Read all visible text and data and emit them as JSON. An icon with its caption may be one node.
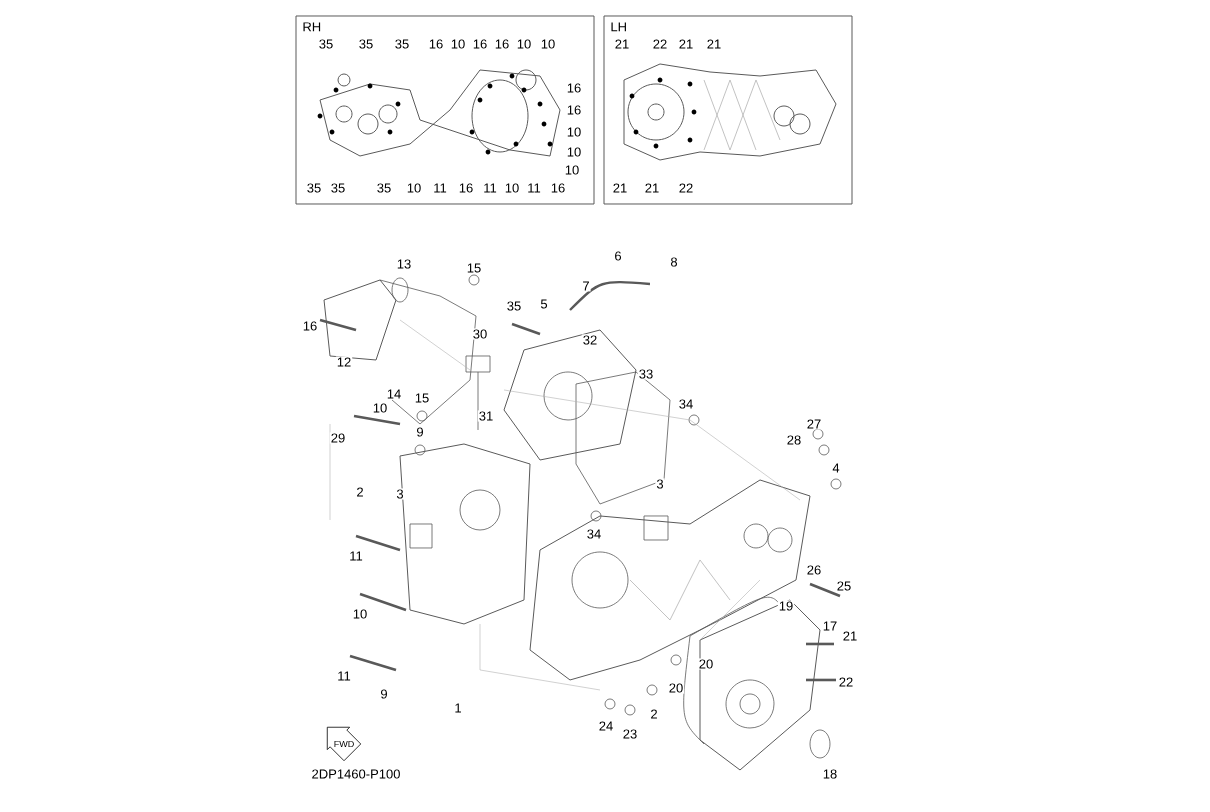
{
  "diagram": {
    "nodes": [
      {
        "text": [
          "RH"
        ]
      },
      {
        "text": [
          "LH"
        ]
      },
      {
        "text": [
          "FWD"
        ]
      }
    ],
    "edges": [],
    "labels": [
      "35",
      "35",
      "35",
      "16",
      "10",
      "16",
      "16",
      "10",
      "10",
      "16",
      "16",
      "10",
      "10",
      "10",
      "35",
      "35",
      "35",
      "10",
      "11",
      "16",
      "11",
      "10",
      "11",
      "16",
      "21",
      "22",
      "21",
      "21",
      "21",
      "21",
      "22",
      "13",
      "15",
      "6",
      "8",
      "7",
      "35",
      "5",
      "16",
      "30",
      "32",
      "12",
      "33",
      "14",
      "15",
      "34",
      "10",
      "31",
      "27",
      "9",
      "29",
      "28",
      "4",
      "3",
      "2",
      "3",
      "34",
      "11",
      "26",
      "25",
      "19",
      "10",
      "17",
      "21",
      "20",
      "11",
      "22",
      "20",
      "9",
      "1",
      "2",
      "24",
      "23",
      "2DP1460-P100",
      "18"
    ]
  }
}
